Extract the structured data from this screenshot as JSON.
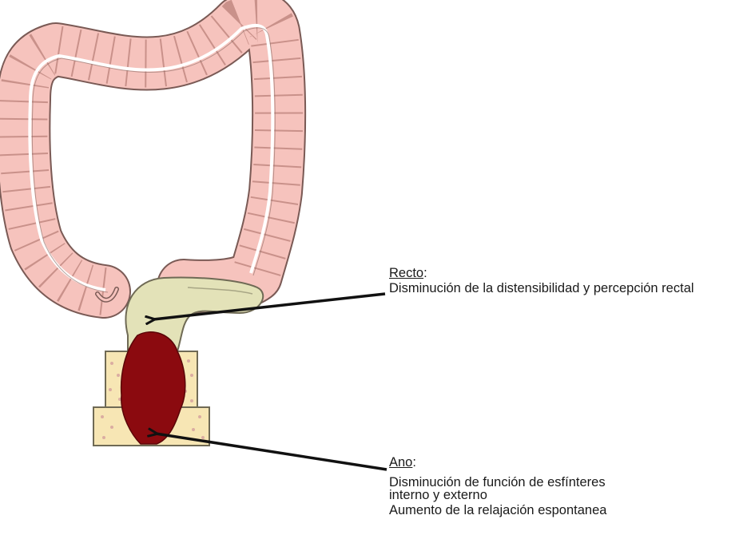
{
  "labels": {
    "recto": {
      "title": "Recto",
      "title_suffix": ":",
      "lines": [
        "Disminución de la distensibilidad y percepción rectal"
      ]
    },
    "ano": {
      "title": "Ano",
      "title_suffix": ":",
      "lines": [
        "Disminución de función de esfínteres",
        "interno y externo",
        "Aumento de la relajación espontanea"
      ]
    }
  },
  "colors": {
    "colon_fill": "#f6c3bd",
    "colon_outline": "#7a5a55",
    "rectum_fill": "#e3e2b8",
    "mass_fill": "#8b0a0f",
    "sphincter_fill": "#f7e6b4",
    "arrow": "#111111"
  }
}
